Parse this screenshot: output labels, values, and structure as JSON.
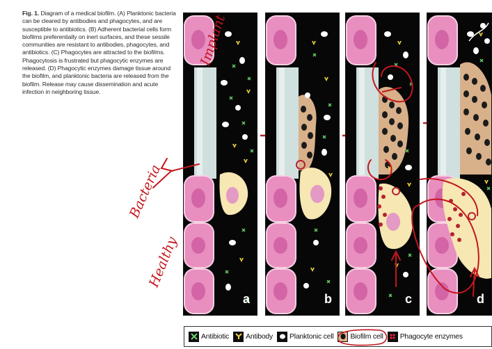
{
  "caption": {
    "lead": "Fig. 1.",
    "text": "Diagram of a medical biofilm. (A) Planktonic bacteria can be cleared by antibodies and phagocytes, and are susceptible to antibiotics. (B) Adherent bacterial cells form biofilms preferentially on inert surfaces, and these sessile communities are resistant to antibodies, phagocytes, and antibiotics. (C) Phagocytes are attracted to the biofilms. Phagocytosis is frustrated but phagocytic enzymes are released. (D) Phagocytic enzymes damage tissue around the biofilm, and planktonic bacteria are released from the biofilm. Release may cause dissemination and acute infection in neighboring tissue."
  },
  "panels": [
    {
      "letter": "a"
    },
    {
      "letter": "b"
    },
    {
      "letter": "c"
    },
    {
      "letter": "d"
    }
  ],
  "legend": [
    {
      "label": "Antibiotic",
      "icon": "antibiotic-icon"
    },
    {
      "label": "Antibody",
      "icon": "antibody-icon"
    },
    {
      "label": "Planktonic cell",
      "icon": "planktonic-cell-icon"
    },
    {
      "label": "Biofilm cell",
      "icon": "biofilm-cell-icon"
    },
    {
      "label": "Phagocyte enzymes",
      "icon": "phagocyte-enzyme-icon"
    }
  ],
  "annotations": {
    "implant": "Implant",
    "bacteria": "Bacteria",
    "healthy": "Healthy"
  },
  "colors": {
    "tissue": "#e88fc0",
    "implant": "#c9dcdc",
    "biofilm": "#d8b08a",
    "phagocyte": "#f6e7b3",
    "ink": "#c4161c"
  }
}
